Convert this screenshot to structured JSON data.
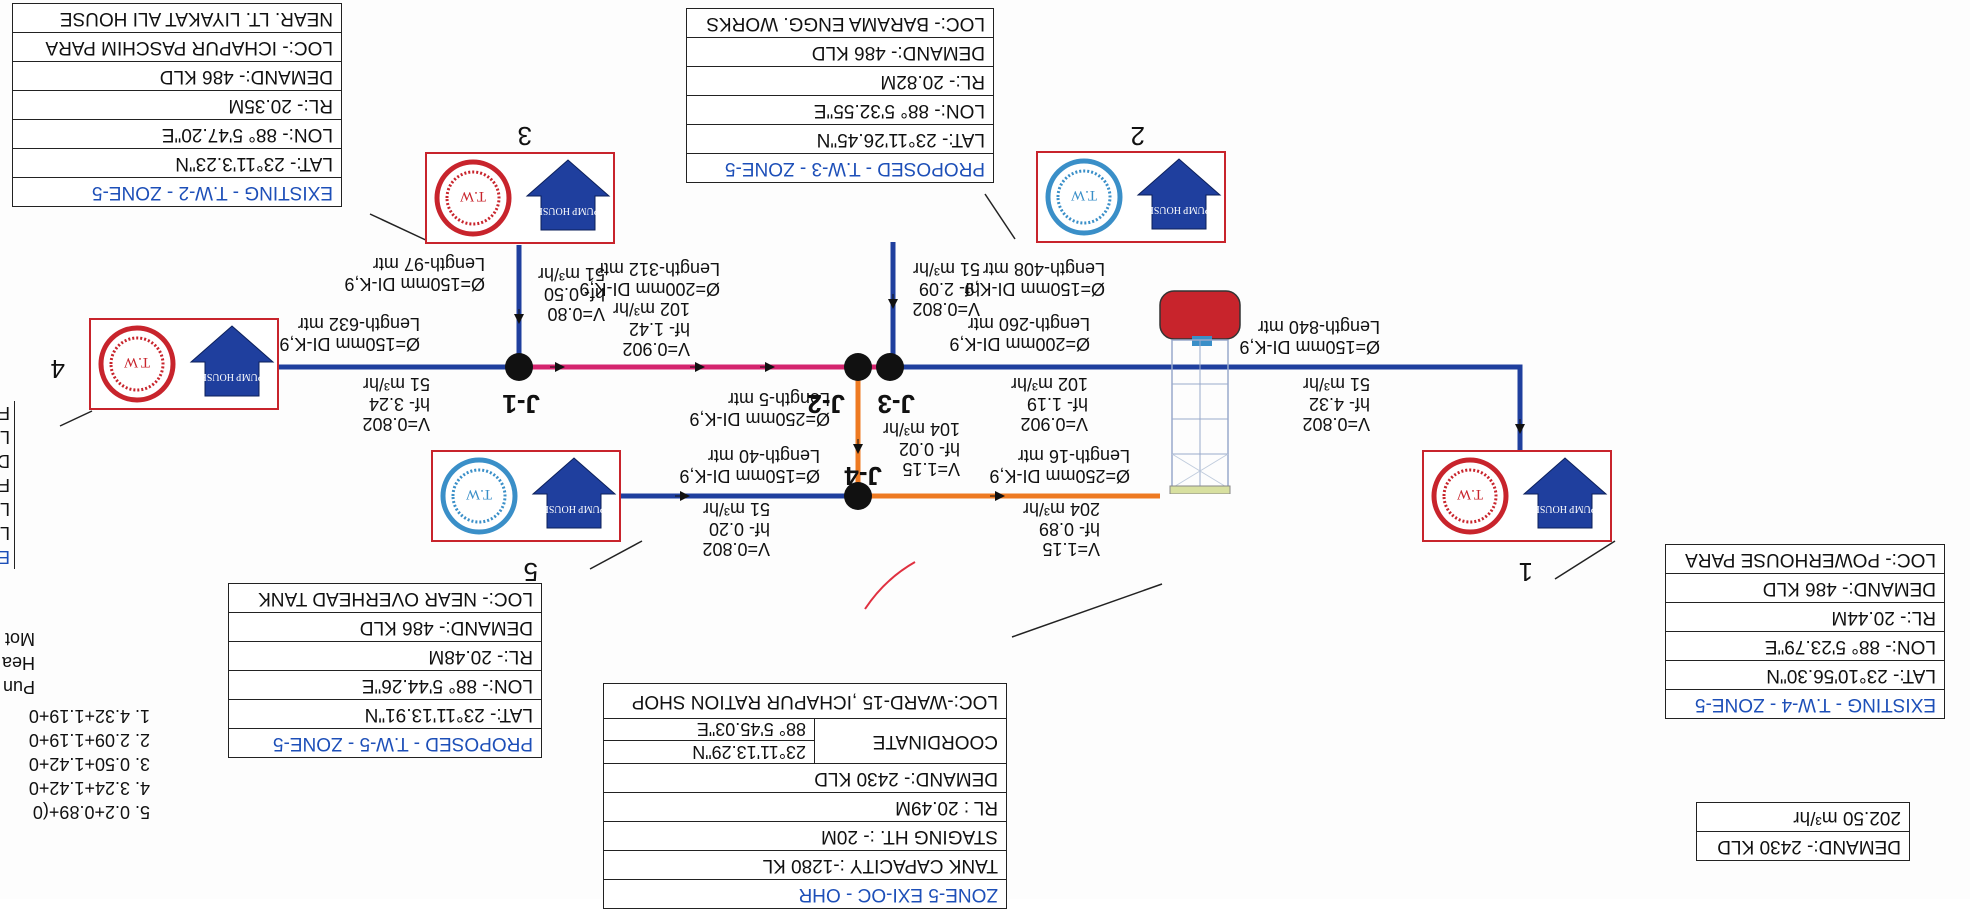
{
  "tanks": {
    "t1": {
      "number": "1",
      "title": "EXISTING - T.W-4 - ZONE-5",
      "lat": "LAT:- 23°10'56.30\"N",
      "lon": "LON:- 88° 5'23.79\"E",
      "rl": "RL:- 20.44M",
      "demand": "DEMAND:- 486 KLD",
      "loc": "LOC:- POWERHOUSE PARA"
    },
    "t2": {
      "number": "2",
      "title": "PROPOSED - T.W-3 - ZONE-5",
      "lat": "LAT:- 23°11'26.45\"N",
      "lon": "LON:- 88° 5'32.55\"E",
      "rl": "RL:- 20.82M",
      "demand": "DEMAND:- 486 KLD",
      "loc": "LOC:- BARAMA ENGG. WORKS"
    },
    "t3": {
      "number": "3",
      "title": "EXISTING - T.W-2 - ZONE-5",
      "lat": "LAT:- 23°11'3.23\"N",
      "lon": "LON:- 88° 5'47.20\"E",
      "rl": "RL:- 20.35M",
      "demand": "DEMAND:- 486 KLD",
      "loc": "LOC:- ICHAPUR PASCHIM PARA",
      "near": "NEAR. LT. LIYAKAT ALI HOUSE"
    },
    "t4": {
      "number": "4"
    },
    "t5": {
      "number": "5",
      "title": "PROPOSED - T.W-5 - ZONE-5",
      "lat": "LAT:- 23°11'13.91\"N",
      "lon": "LON:- 88° 5'44.26\"E",
      "rl": "RL:- 20.48M",
      "demand": "DEMAND:- 486 KLD",
      "loc": "LOC:- NEAR OVERHEAD TANK"
    }
  },
  "ohr": {
    "title": "ZONE-5 EXI-OC - OHR",
    "capacity": "TANK CAPACITY :-1280 KL",
    "staging": "STAGING HT.  :-  20M",
    "rl": "RL : 20.49M",
    "demand": "DEMAND:- 2430 KLD",
    "coord_label": "COORDINATE",
    "coord_lat": "23°11'13.29\"N",
    "coord_lon": "88° 5'45.03\"E",
    "loc": "LOC:-WARD-15 ,ICHAPUR RATION SHOP"
  },
  "total_demand": {
    "line1": "DEMAND:- 2430 KLD",
    "line2": "202.50 m³/hr"
  },
  "junctions": [
    "J-1",
    "J-2",
    "J-3",
    "J-4"
  ],
  "pump_house_text": "PUMP HOUSE",
  "tw_text": "T.W",
  "pipes": {
    "p1_3": {
      "v": "V=0.802",
      "hf": "hf- 4.32",
      "q": "51 m³/hr",
      "dia": "Ø=150mm DI-K,9",
      "len": "Length-840 mtr"
    },
    "p3_2": {
      "v": "V=0.902",
      "hf": "hf- 1.19",
      "q": "102 m³/hr",
      "dia": "Ø=200mm DI-K,9",
      "len": "Length-260 mtr"
    },
    "p2_3": {
      "v": "V=0.802",
      "hf": "hf- 2.09",
      "q": "51 m³/hr",
      "dia": "Ø=150mm DI-K,9",
      "len": "Length-408 mtr"
    },
    "p2_1": {
      "v": "V=0.902",
      "hf": "hf- 1.42",
      "q": "102 m³/hr",
      "dia": "Ø=200mm DI-K,9",
      "len": "Length-312 mtr"
    },
    "p3_1": {
      "v": "V=0.80",
      "hf": "hf- 0.50",
      "q": "51 m³/hr",
      "dia": "Ø=150mm DI-K,9",
      "len": "Length-97 mtr"
    },
    "p4_1": {
      "v": "V=0.802",
      "hf": "hf- 3.24",
      "q": "51 m³/hr",
      "dia": "Ø=150mm DI-K,9",
      "len": "Length-632 mtr"
    },
    "pj2_j4": {
      "v": "V=1.15",
      "hf": "hf- 0.02",
      "q": "104 m³/hr",
      "dia": "Ø=250mm DI-K,9",
      "len": "Length-5 mtr"
    },
    "p5_j4": {
      "v": "V=0.802",
      "hf": "hf- 0.20",
      "q": "51 m³/hr",
      "dia": "Ø=150mm DI-K,9",
      "len": "Length-40 mtr"
    },
    "pj4_ohr": {
      "v": "V=1.15",
      "hf": "hf- 0.89",
      "q": "204 m³/hr",
      "dia": "Ø=250mm DI-K,9",
      "len": "Length-16 mtr"
    }
  },
  "left_cut": {
    "head": [
      "Mot",
      "Hea",
      "Pun"
    ],
    "rows": [
      "5. 0.2+0.89+(0",
      "4. 3.24+1.42+0",
      "3. 0.50+1.42+0",
      "2. 2.09+1.19+0",
      "1. 4.32+1.19+0"
    ],
    "letters": [
      "F",
      "L",
      "D",
      "F",
      "L",
      "L",
      "E"
    ]
  },
  "colors": {
    "blue": "#1f3f9e",
    "magenta": "#d4246e",
    "orange": "#ee7a22",
    "red": "#c8242c",
    "tw_blue": "#3a8fc8"
  }
}
